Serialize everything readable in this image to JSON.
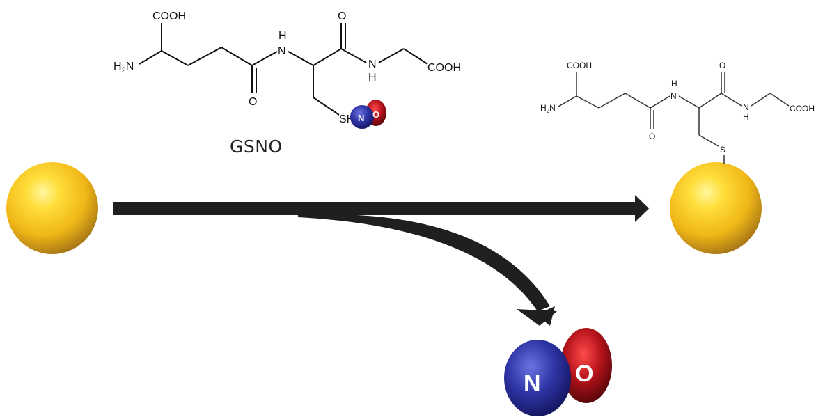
{
  "diagram": {
    "reagent_label": "GSNO",
    "left_molecule": {
      "cooh_top": "COOH",
      "amine": "H",
      "amine_sub": "2",
      "amine_tail": "N",
      "nh_label": "H",
      "nh_n": "N",
      "amide_nh_n": "N",
      "amide_nh_h": "H",
      "carbonyl_o_1": "O",
      "carbonyl_o_2": "O",
      "cooh_right": "COOH",
      "sulfur_stub": "SH",
      "no_n": "N",
      "no_o": "O"
    },
    "right_molecule": {
      "cooh_top": "COOH",
      "amine": "H",
      "amine_sub": "2",
      "amine_tail": "N",
      "nh_label": "H",
      "nh_n": "N",
      "amide_nh_n": "N",
      "amide_nh_h": "H",
      "carbonyl_o_1": "O",
      "carbonyl_o_2": "O",
      "cooh_right": "COOH",
      "sulfur": "S"
    },
    "released_no": {
      "n": "N",
      "o": "O"
    },
    "colors": {
      "gold_light": "#fff27a",
      "gold": "#f2c21b",
      "gold_dark": "#a8781a",
      "nitrogen": "#2a2f9e",
      "oxygen": "#b3121a",
      "arrow": "#1f1f1f"
    }
  }
}
